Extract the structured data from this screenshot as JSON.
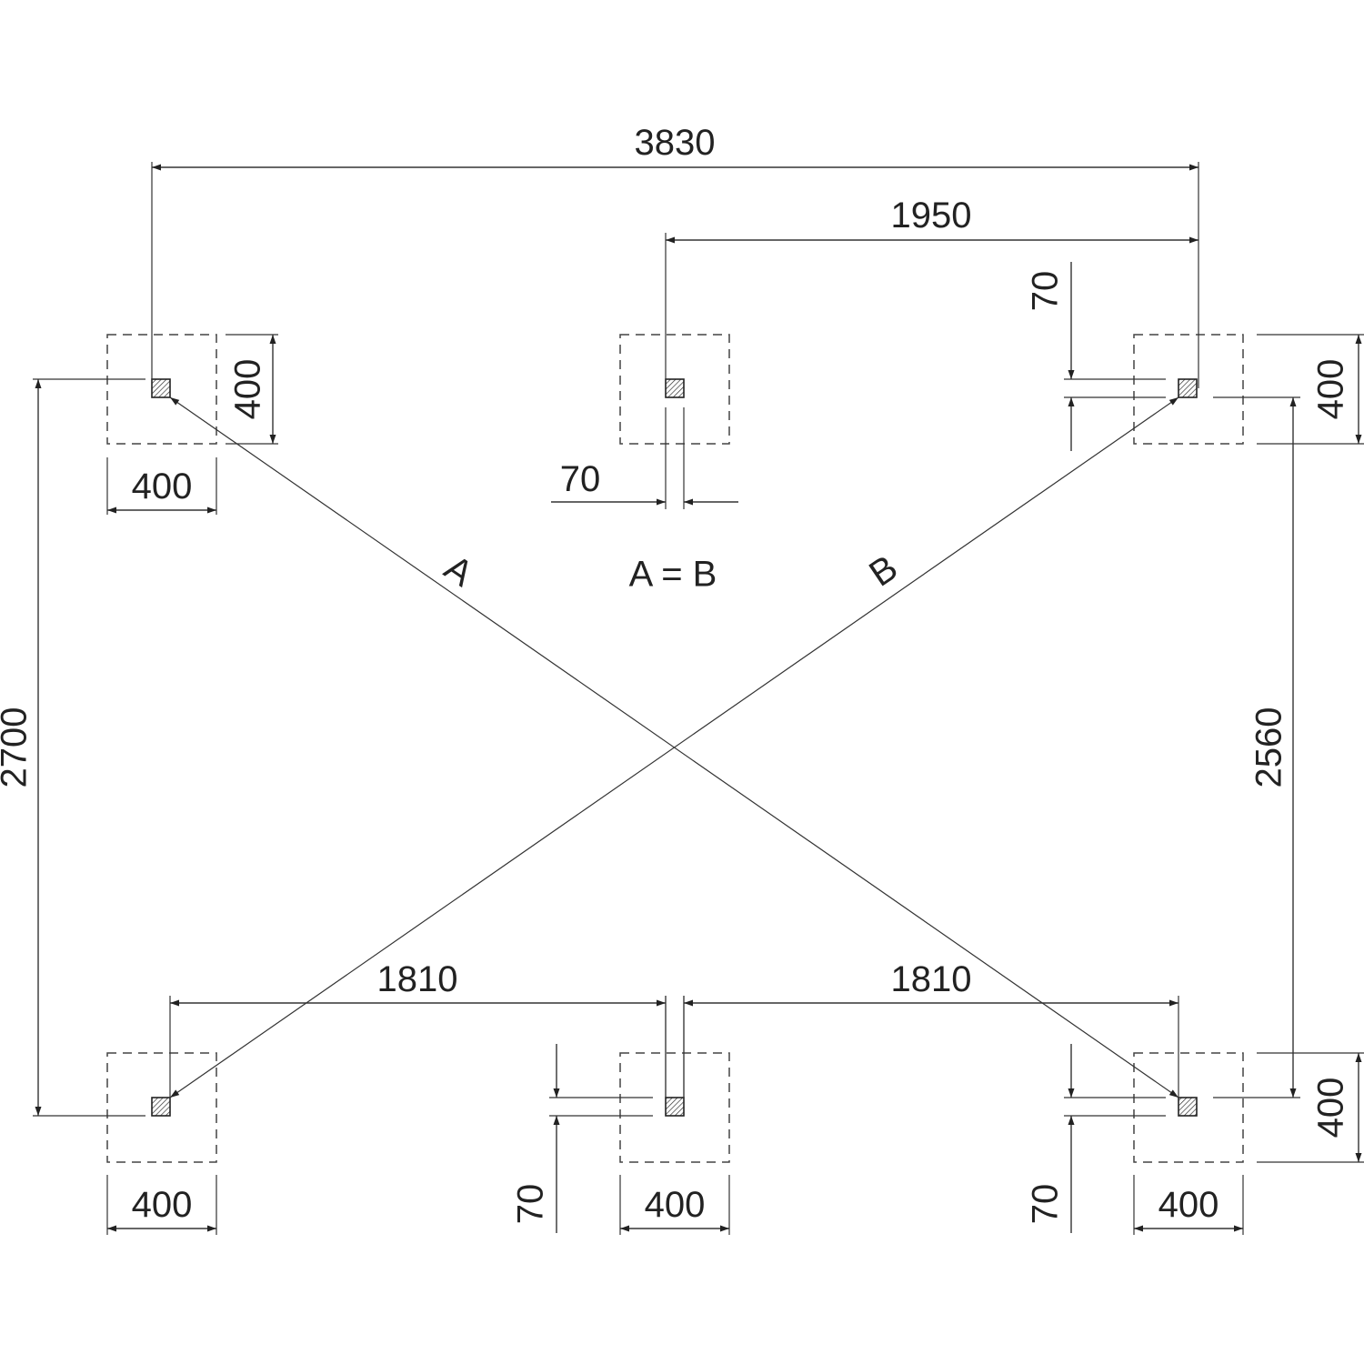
{
  "diagram": {
    "dimensions": {
      "overall_width": "3830",
      "mid_to_right": "1950",
      "overall_height_left": "2700",
      "overall_height_right": "2560",
      "bottom_left_to_mid": "1810",
      "bottom_mid_to_right": "1810",
      "footing_size": "400",
      "post_offset": "70"
    },
    "diagonal_labels": {
      "a": "A",
      "b": "B",
      "equality": "A = B"
    }
  }
}
